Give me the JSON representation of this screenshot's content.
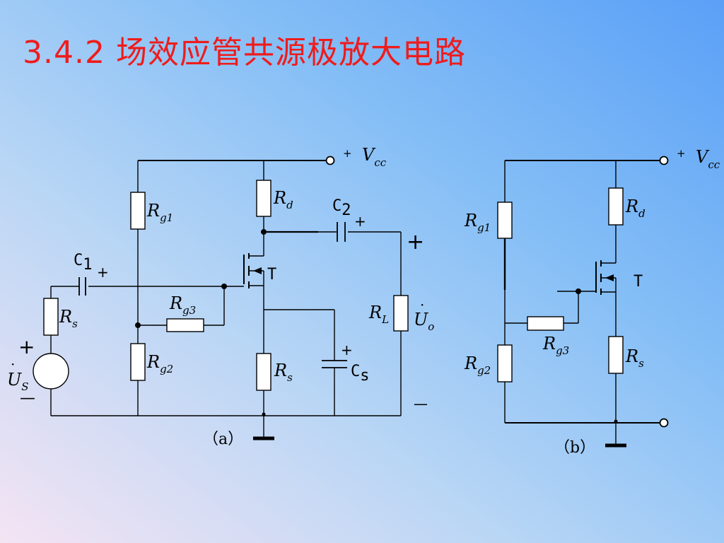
{
  "slide": {
    "title": "3.4.2 场效应管共源极放大电路"
  },
  "circuit_a": {
    "caption": "（a）",
    "vcc": {
      "main": "V",
      "sub": "cc",
      "sign": "+"
    },
    "rg1": {
      "main": "R",
      "sub": "g1"
    },
    "rg2": {
      "main": "R",
      "sub": "g2"
    },
    "rg3": {
      "main": "R",
      "sub": "g3"
    },
    "rd": {
      "main": "R",
      "sub": "d"
    },
    "rs_source": {
      "main": "R",
      "sub": "s"
    },
    "rs_signal": {
      "main": "R",
      "sub": "s"
    },
    "rl": {
      "main": "R",
      "sub": "L"
    },
    "c1": {
      "main": "C",
      "sub": "1",
      "sign": "+"
    },
    "c2": {
      "main": "C",
      "sub": "2",
      "sign": "+"
    },
    "cs": {
      "main": "C",
      "sub": "s",
      "sign": "+"
    },
    "transistor": "T",
    "us": {
      "main": "U",
      "sub": "S",
      "plus": "+",
      "minus": "—"
    },
    "uo": {
      "main": "U",
      "sub": "o",
      "plus": "+",
      "minus": "—"
    }
  },
  "circuit_b": {
    "caption": "（b）",
    "vcc": {
      "main": "V",
      "sub": "cc",
      "sign": "+"
    },
    "rg1": {
      "main": "R",
      "sub": "g1"
    },
    "rg2": {
      "main": "R",
      "sub": "g2"
    },
    "rg3": {
      "main": "R",
      "sub": "g3"
    },
    "rd": {
      "main": "R",
      "sub": "d"
    },
    "rs": {
      "main": "R",
      "sub": "s"
    },
    "transistor": "T"
  },
  "colors": {
    "title": "#ee1c1c",
    "wire": "#000000",
    "component_fill": "#ffffff"
  }
}
